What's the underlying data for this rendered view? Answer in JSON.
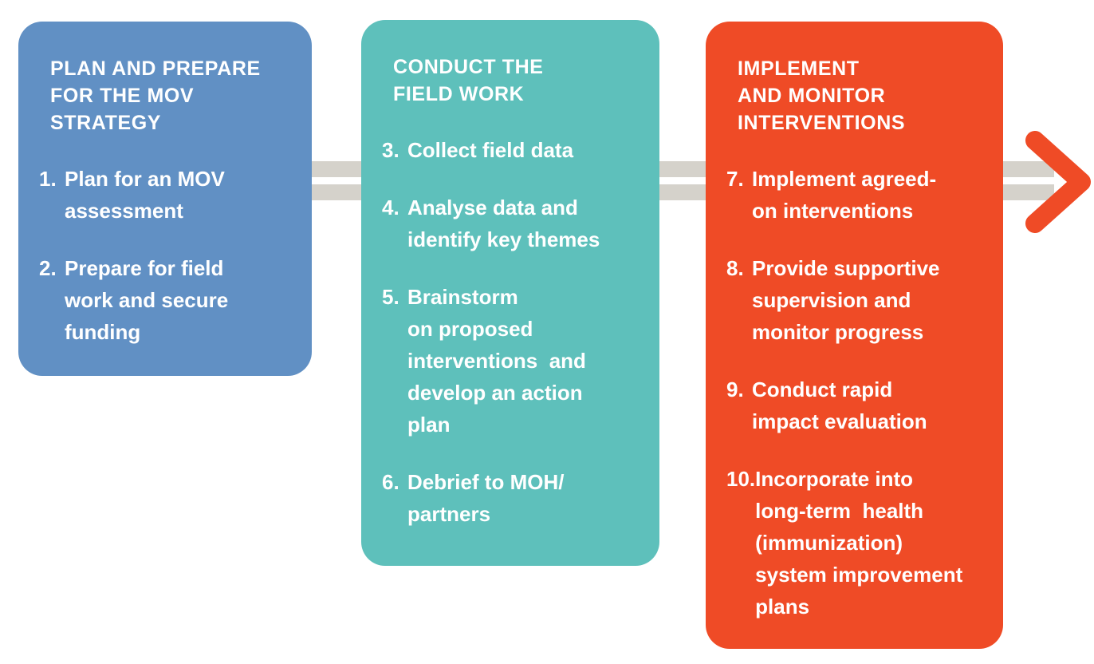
{
  "colors": {
    "plan_box": "#6190c4",
    "fieldwork_box": "#5ec0bb",
    "implement_box": "#ef4b26",
    "connector": "#d5d2cb",
    "arrow": "#ef4b26",
    "text": "#ffffff",
    "background": "#ffffff"
  },
  "columns": [
    {
      "title": "PLAN AND PREPARE FOR THE MOV STRATEGY",
      "title_lines": [
        "PLAN AND PREPARE",
        "FOR THE MOV",
        "STRATEGY"
      ],
      "items": [
        {
          "number": "1.",
          "lines": [
            "Plan for an MOV",
            "assessment"
          ]
        },
        {
          "number": "2.",
          "lines": [
            "Prepare for field",
            "work and secure",
            "funding"
          ]
        }
      ]
    },
    {
      "title": "CONDUCT THE FIELD WORK",
      "title_lines": [
        "CONDUCT THE",
        "FIELD WORK"
      ],
      "items": [
        {
          "number": "3.",
          "lines": [
            "Collect field data"
          ]
        },
        {
          "number": "4.",
          "lines": [
            "Analyse data and",
            "identify key themes"
          ]
        },
        {
          "number": "5.",
          "lines": [
            "Brainstorm",
            "on proposed",
            "interventions  and",
            "develop an action",
            "plan"
          ]
        },
        {
          "number": "6.",
          "lines": [
            "Debrief to MOH/",
            "partners"
          ]
        }
      ]
    },
    {
      "title": "IMPLEMENT AND MONITOR INTERVENTIONS",
      "title_lines": [
        "IMPLEMENT",
        "AND MONITOR",
        "INTERVENTIONS"
      ],
      "items": [
        {
          "number": "7.",
          "lines": [
            "Implement agreed-",
            "on interventions"
          ]
        },
        {
          "number": "8.",
          "lines": [
            "Provide supportive",
            "supervision and",
            "monitor progress"
          ]
        },
        {
          "number": "9.",
          "lines": [
            "Conduct rapid",
            "impact evaluation"
          ]
        },
        {
          "number": "10.",
          "lines": [
            "Incorporate into",
            "long-term  health",
            "(immunization)",
            "system improvement",
            "plans"
          ]
        }
      ]
    }
  ],
  "arrow_icon": "chevron-right"
}
